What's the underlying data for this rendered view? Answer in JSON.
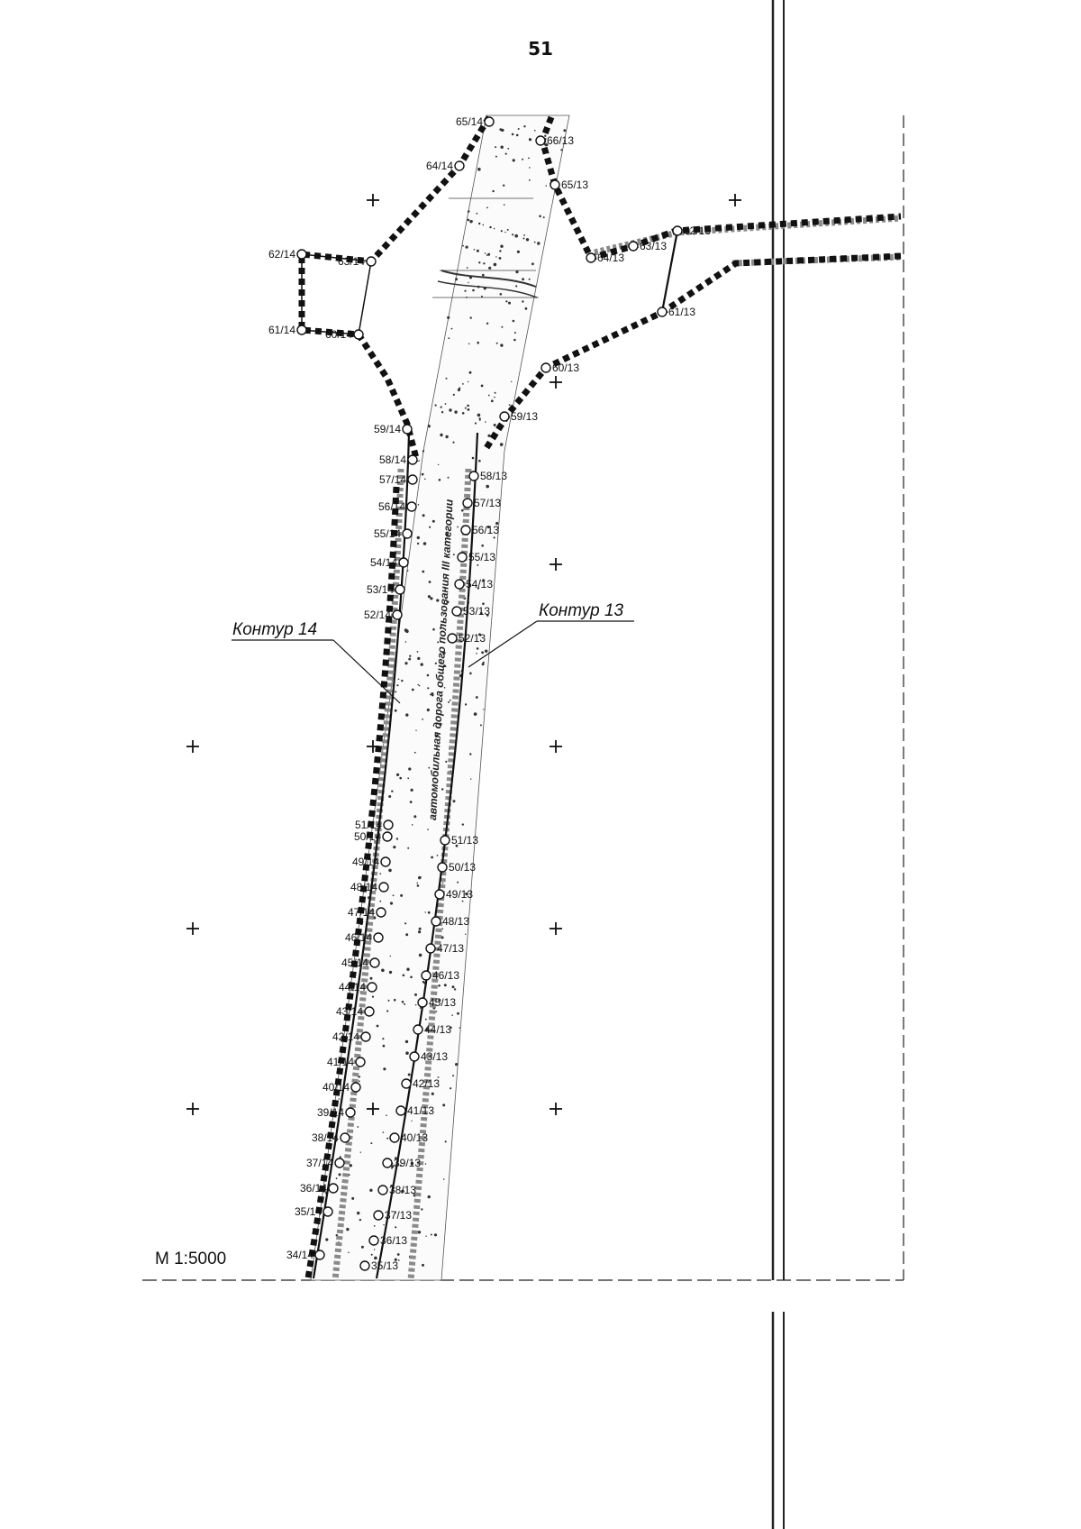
{
  "page": {
    "number": "51"
  },
  "map": {
    "scale_label": "М 1:5000",
    "contours": [
      {
        "id": "14",
        "label": "Контур 14"
      },
      {
        "id": "13",
        "label": "Контур 13"
      }
    ],
    "road_label": "автомобильная дорога общего пользования III категории",
    "colors": {
      "boundary": "#111111",
      "hatch": "#7a7a7a",
      "frame": "#222222"
    },
    "points_contour_14": [
      "65/14",
      "64/14",
      "63/14",
      "62/14",
      "61/14",
      "60/14",
      "59/14",
      "58/14",
      "57/14",
      "56/14",
      "55/14",
      "54/14",
      "53/14",
      "52/14",
      "51/14",
      "50/14",
      "49/14",
      "48/14",
      "47/14",
      "46/14",
      "45/14",
      "44/14",
      "43/14",
      "42/14",
      "41/14",
      "40/14",
      "39/14",
      "38/14",
      "37/14",
      "36/14",
      "35/14",
      "34/14"
    ],
    "points_contour_13": [
      "66/13",
      "65/13",
      "64/13",
      "63/13",
      "62/13",
      "61/13",
      "60/13",
      "59/13",
      "58/13",
      "57/13",
      "56/13",
      "55/13",
      "54/13",
      "53/13",
      "52/13",
      "51/13",
      "50/13",
      "49/13",
      "48/13",
      "47/13",
      "46/13",
      "45/13",
      "44/13",
      "43/13",
      "42/13",
      "41/13",
      "40/13",
      "39/13",
      "38/13",
      "37/13",
      "36/13",
      "35/13"
    ]
  }
}
